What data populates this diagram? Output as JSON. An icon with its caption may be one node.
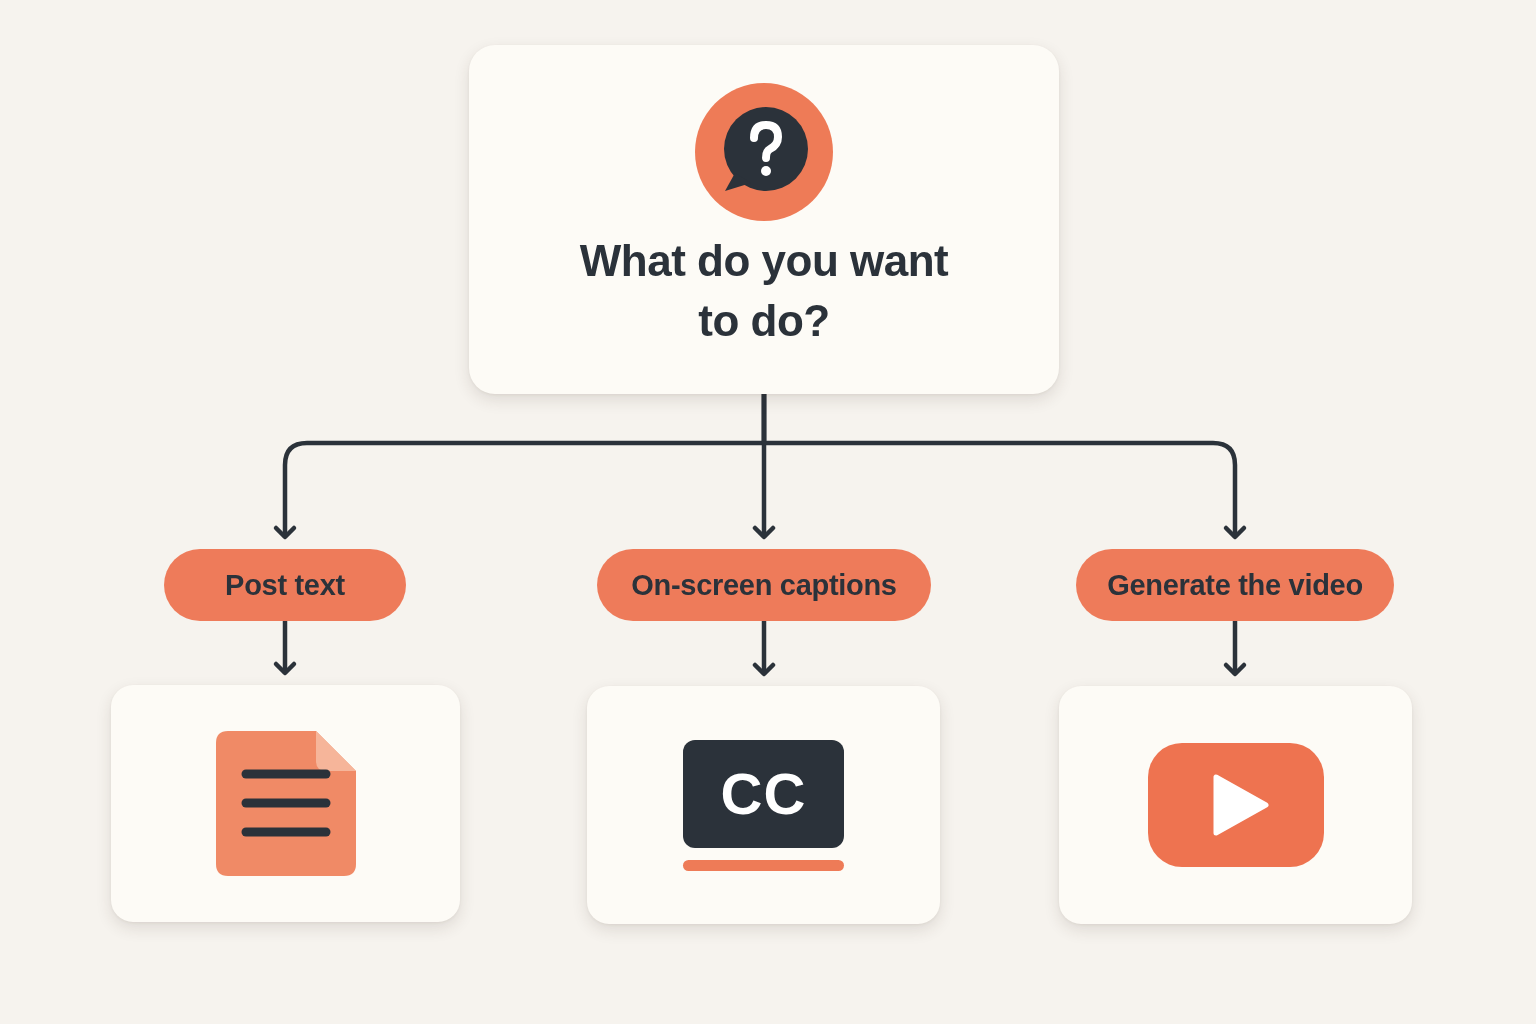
{
  "diagram": {
    "nodes": [
      {
        "text": [
          "What do you want to do?"
        ]
      },
      {
        "text": [
          "Post text"
        ]
      },
      {
        "text": [
          "On-screen captions"
        ]
      },
      {
        "text": [
          "Generate the video"
        ]
      },
      {
        "text": [],
        "shape": "box"
      },
      {
        "text": [
          "CC"
        ]
      },
      {
        "text": [],
        "shape": "box"
      }
    ],
    "edges": [
      {
        "from": 0,
        "to": 1,
        "arrow": "to"
      },
      {
        "from": 0,
        "to": 2,
        "arrow": "to"
      },
      {
        "from": 0,
        "to": 3,
        "arrow": "to"
      },
      {
        "from": 1,
        "to": 4,
        "arrow": "to"
      },
      {
        "from": 2,
        "to": 5,
        "arrow": "to"
      },
      {
        "from": 3,
        "to": 6,
        "arrow": "to"
      }
    ]
  }
}
